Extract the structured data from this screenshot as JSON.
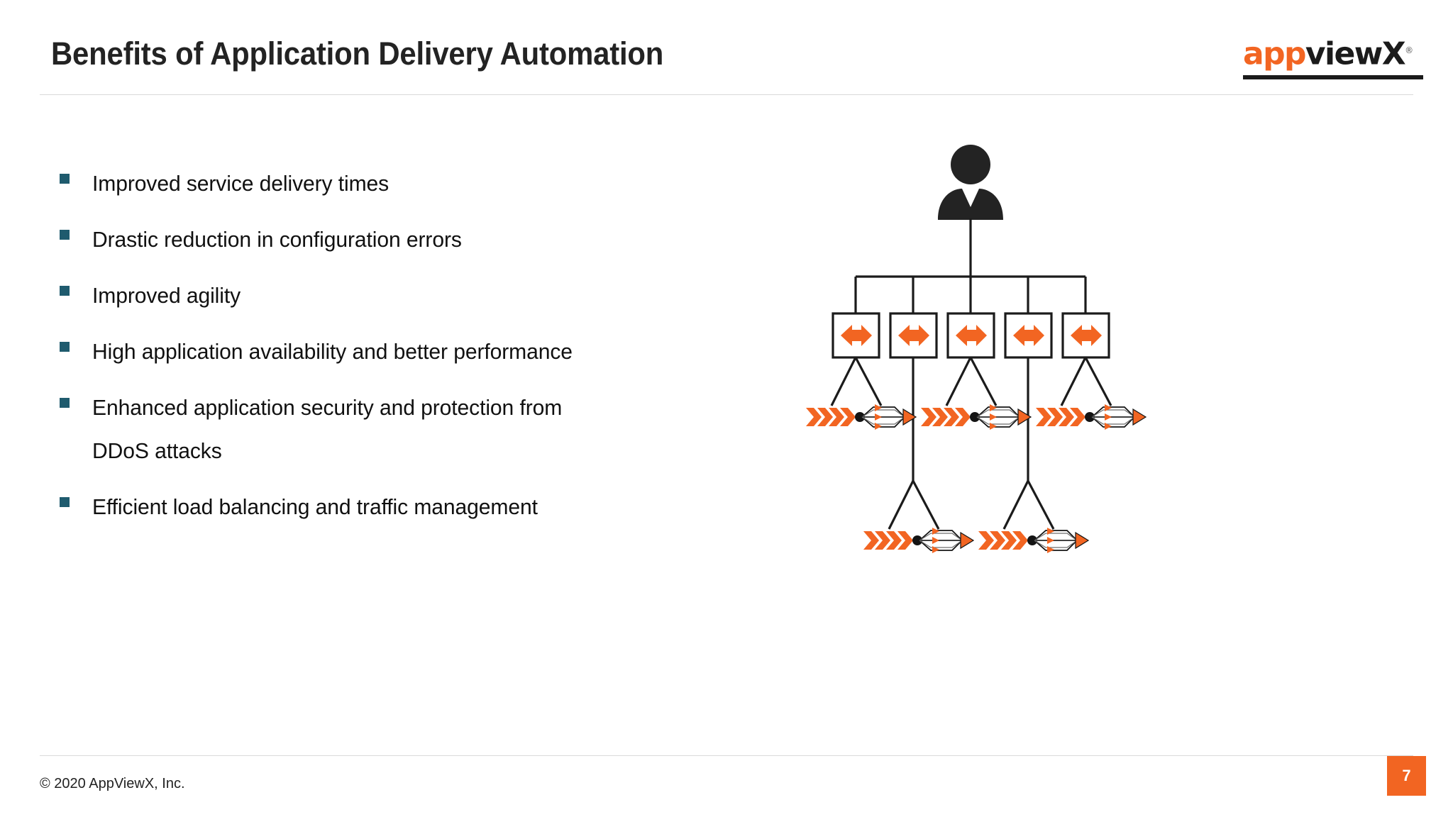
{
  "slide": {
    "title": "Benefits of Application Delivery Automation",
    "page_number": "7"
  },
  "logo": {
    "part_orange": "app",
    "part_dark": "viewX",
    "trademark": "®"
  },
  "bullets": [
    {
      "text": "Improved service delivery times"
    },
    {
      "text": "Drastic reduction in configuration errors"
    },
    {
      "text": "Improved agility"
    },
    {
      "text": "High application availability and better performance"
    },
    {
      "text": "Enhanced application security and protection from DDoS attacks"
    },
    {
      "text": "Efficient load balancing and traffic management"
    }
  ],
  "footer": {
    "copyright": "© 2020 AppViewX, Inc."
  },
  "colors": {
    "brand_orange": "#F26522",
    "bullet_teal": "#1F5B6E",
    "line_dark": "#1b1b1b",
    "rule_gray": "#d9d9d9"
  },
  "diagram": {
    "title": "application delivery topology",
    "nodes": {
      "user": {
        "type": "person-icon",
        "count": 1
      },
      "switches": {
        "type": "switch-box-icon",
        "count": 5
      },
      "firewalls": {
        "type": "firewall-chevrons-icon",
        "count": 5
      },
      "load_balancers": {
        "type": "load-balancer-icon",
        "count": 5
      }
    }
  }
}
